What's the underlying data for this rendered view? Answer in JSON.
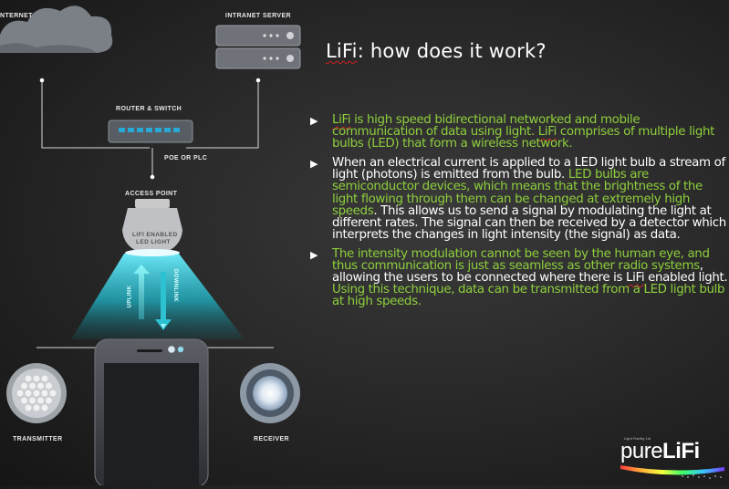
{
  "diagram": {
    "labels": {
      "internet": "NTERNET",
      "intranet_server": "INTRANET SERVER",
      "router_switch": "ROUTER & SWITCH",
      "poe_plc": "POE OR PLC",
      "access_point": "ACCESS POINT",
      "bulb_line1": "LIFI ENABLED",
      "bulb_line2": "LED LIGHT",
      "uplink": "UPLINK",
      "downlink": "DOWNLINK",
      "transmitter": "TRANSMITTER",
      "receiver": "RECEIVER"
    }
  },
  "slide": {
    "title_a": "LiFi",
    "title_b": ": how does it work?",
    "bullets": [
      {
        "segments": [
          {
            "text": "LiFi",
            "color": "green",
            "squiggle": true
          },
          {
            "text": " is high speed bidirectional networked and mobile communication of data using light. ",
            "color": "green"
          },
          {
            "text": "LiFi",
            "color": "green",
            "squiggle": true
          },
          {
            "text": " comprises of multiple light bulbs (LED) that form a wireless network.",
            "color": "green"
          }
        ]
      },
      {
        "segments": [
          {
            "text": "When an electrical current is applied to a LED light bulb a stream of light (photons) is emitted from the bulb. ",
            "color": "white"
          },
          {
            "text": "LED bulbs are semiconductor devices, which means that the brightness of the light flowing through them can be changed at extremely high speeds",
            "color": "green"
          },
          {
            "text": ". This allows us to send a signal by modulating the light at different rates. The signal can then be received by a detector which interprets the changes in light intensity (the signal) as data.",
            "color": "white"
          }
        ]
      },
      {
        "segments": [
          {
            "text": "The intensity modulation cannot be seen by the human eye, and thus communication is just as seamless as other radio systems",
            "color": "green"
          },
          {
            "text": ", allowing the users to be connected where there is ",
            "color": "white"
          },
          {
            "text": "LiFi",
            "color": "white",
            "squiggle": true
          },
          {
            "text": " enabled light. ",
            "color": "white"
          },
          {
            "text": "Using this technique, data can be transmitted from a LED light bulb at high speeds.",
            "color": "green"
          }
        ]
      }
    ]
  },
  "logo": {
    "tagline": "Light Fidelity Ltd",
    "word_a": "pure",
    "word_b": "LiFi"
  },
  "colors": {
    "green": "#8ecf3c",
    "white": "#ffffff",
    "beam": "#3fd6e6",
    "brand_gradient": [
      "#ff3b3b",
      "#ffb03b",
      "#f5ff3b",
      "#3bff6a",
      "#3bc4ff",
      "#7a3bff"
    ]
  }
}
